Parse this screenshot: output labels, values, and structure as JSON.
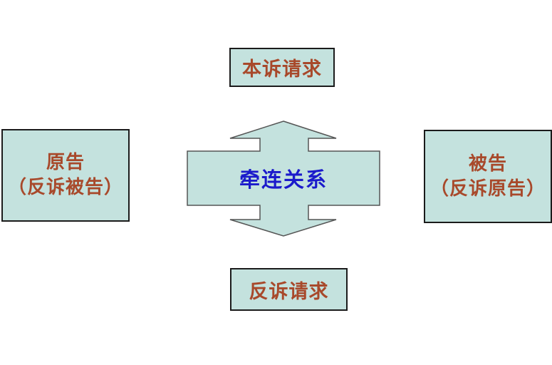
{
  "diagram": {
    "title_semantic": "counterclaim-relationship-diagram",
    "colors": {
      "background": "#ffffff",
      "shape_fill": "#c4e2de",
      "box_border": "#1b1b1b",
      "arrow_outline": "#555555",
      "box_text": "#a8492b",
      "center_text": "#1b1acb"
    },
    "top_box": {
      "label": "本诉请求"
    },
    "bottom_box": {
      "label": "反诉请求"
    },
    "left_box": {
      "line1": "原告",
      "line2": "（反诉被告）"
    },
    "right_box": {
      "line1": "被告",
      "line2": "（反诉原告）"
    },
    "center": {
      "label": "牵连关系"
    }
  }
}
